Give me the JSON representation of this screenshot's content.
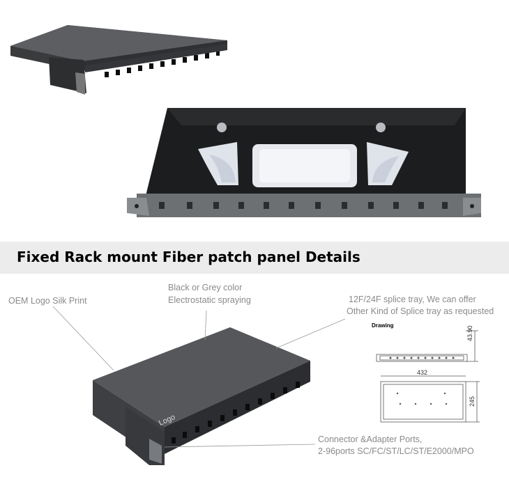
{
  "banner": {
    "title": "Fixed Rack mount Fiber patch panel Details"
  },
  "callouts": {
    "oem_logo": "OEM Logo Silk Print",
    "color_line1": "Black or Grey color",
    "color_line2": "Electrostatic spraying",
    "tray_line1": "12F/24F splice  tray, We can offer",
    "tray_line2": "Other Kind of Splice tray as requested",
    "ports_line1": "Connector &Adapter Ports,",
    "ports_line2": "2-96ports SC/FC/ST/LC/ST/E2000/MPO"
  },
  "panel": {
    "logo_text": "Logo"
  },
  "drawing": {
    "label": "Drawing",
    "width_dim": "432",
    "height_dim": "43.90",
    "depth_dim": "245"
  },
  "colors": {
    "panel_dark": "#3c3d3f",
    "panel_mid": "#55575a",
    "callout_text": "#8a8a8a",
    "banner_bg": "#ececec"
  }
}
